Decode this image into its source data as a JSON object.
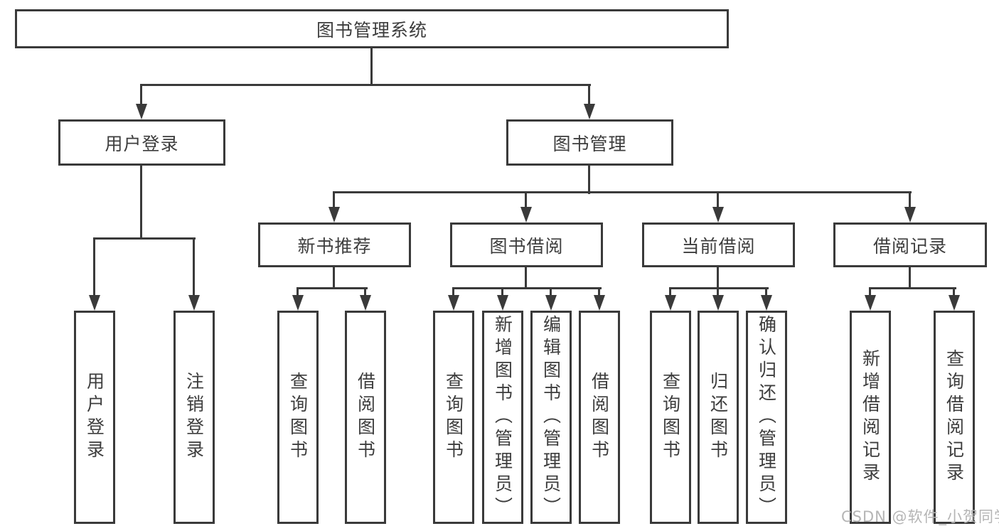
{
  "diagram_title": "图书管理系统",
  "nodes": {
    "root": "图书管理系统",
    "user_login": "用户登录",
    "book_mgmt": "图书管理",
    "new_book_rec": "新书推荐",
    "book_borrow": "图书借阅",
    "current_borrow": "当前借阅",
    "borrow_record": "借阅记录",
    "leaf_user_login": "用户登录",
    "leaf_logout": "注销登录",
    "leaf_query_book_1": "查询图书",
    "leaf_borrow_book_1": "借阅图书",
    "leaf_query_book_2": "查询图书",
    "leaf_add_book": "新增图书（管理员）",
    "leaf_edit_book": "编辑图书（管理员）",
    "leaf_borrow_book_2": "借阅图书",
    "leaf_query_book_3": "查询图书",
    "leaf_return_book": "归还图书",
    "leaf_confirm_return": "确认归还（管理员）",
    "leaf_add_record": "新增借阅记录",
    "leaf_query_record": "查询借阅记录"
  },
  "edges": [
    {
      "from": "图书管理系统",
      "to": "用户登录"
    },
    {
      "from": "图书管理系统",
      "to": "图书管理"
    },
    {
      "from": "用户登录",
      "to": "用户登录"
    },
    {
      "from": "用户登录",
      "to": "注销登录"
    },
    {
      "from": "图书管理",
      "to": "新书推荐"
    },
    {
      "from": "图书管理",
      "to": "图书借阅"
    },
    {
      "from": "图书管理",
      "to": "当前借阅"
    },
    {
      "from": "图书管理",
      "to": "借阅记录"
    },
    {
      "from": "新书推荐",
      "to": "查询图书"
    },
    {
      "from": "新书推荐",
      "to": "借阅图书"
    },
    {
      "from": "图书借阅",
      "to": "查询图书"
    },
    {
      "from": "图书借阅",
      "to": "新增图书（管理员）"
    },
    {
      "from": "图书借阅",
      "to": "编辑图书（管理员）"
    },
    {
      "from": "图书借阅",
      "to": "借阅图书"
    },
    {
      "from": "当前借阅",
      "to": "查询图书"
    },
    {
      "from": "当前借阅",
      "to": "归还图书"
    },
    {
      "from": "当前借阅",
      "to": "确认归还（管理员）"
    },
    {
      "from": "借阅记录",
      "to": "新增借阅记录"
    },
    {
      "from": "借阅记录",
      "to": "查询借阅记录"
    }
  ],
  "watermark": "CSDN @软件_小贺同学",
  "colors": {
    "line": "#3a3a3a",
    "text": "#3d3d3d",
    "watermark": "#b5b5b5",
    "background": "#ffffff"
  }
}
